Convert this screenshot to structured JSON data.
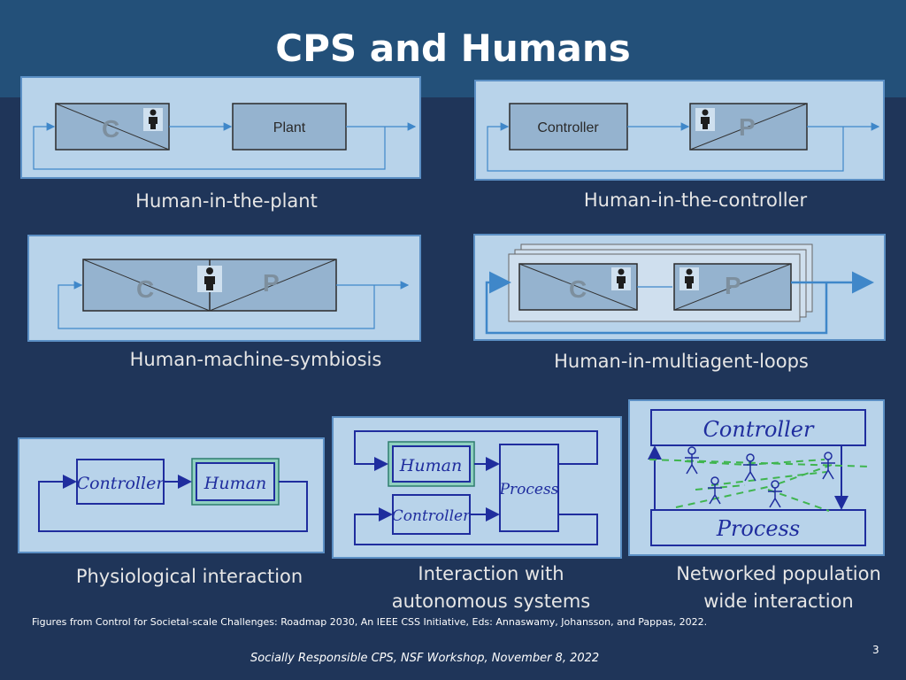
{
  "slide": {
    "title": "CPS and Humans",
    "credit": "Figures from Control for Societal-scale Challenges: Roadmap 2030, An IEEE CSS Initiative, Eds: Annaswamy, Johansson, and Pappas, 2022.",
    "footer": "Socially Responsible CPS, NSF Workshop, November 8, 2022",
    "page_number": "3"
  },
  "diagrams": {
    "plant": {
      "c": "C",
      "box": "Plant",
      "caption": "Human-in-the-plant"
    },
    "controller": {
      "box": "Controller",
      "p": "P",
      "caption": "Human-in-the-controller"
    },
    "symbiosis": {
      "c": "C",
      "p": "P",
      "caption": "Human-machine-symbiosis"
    },
    "multiagent": {
      "c": "C",
      "p": "P",
      "caption": "Human-in-multiagent-loops"
    },
    "physio": {
      "controller": "Controller",
      "human": "Human",
      "caption": "Physiological interaction"
    },
    "autonomous": {
      "human": "Human",
      "controller": "Controller",
      "process": "Process",
      "caption_line1": "Interaction with",
      "caption_line2": "autonomous systems"
    },
    "networked": {
      "controller": "Controller",
      "process": "Process",
      "caption_line1": "Networked population",
      "caption_line2": "wide interaction"
    }
  },
  "icons": {
    "person": "person-icon"
  },
  "colors": {
    "background": "#1f3559",
    "header": "#235079",
    "panel": "#b8d3ea",
    "line": "#1f2d9e",
    "arrow": "#3f87c9",
    "human_box": "#2e7d6e"
  }
}
